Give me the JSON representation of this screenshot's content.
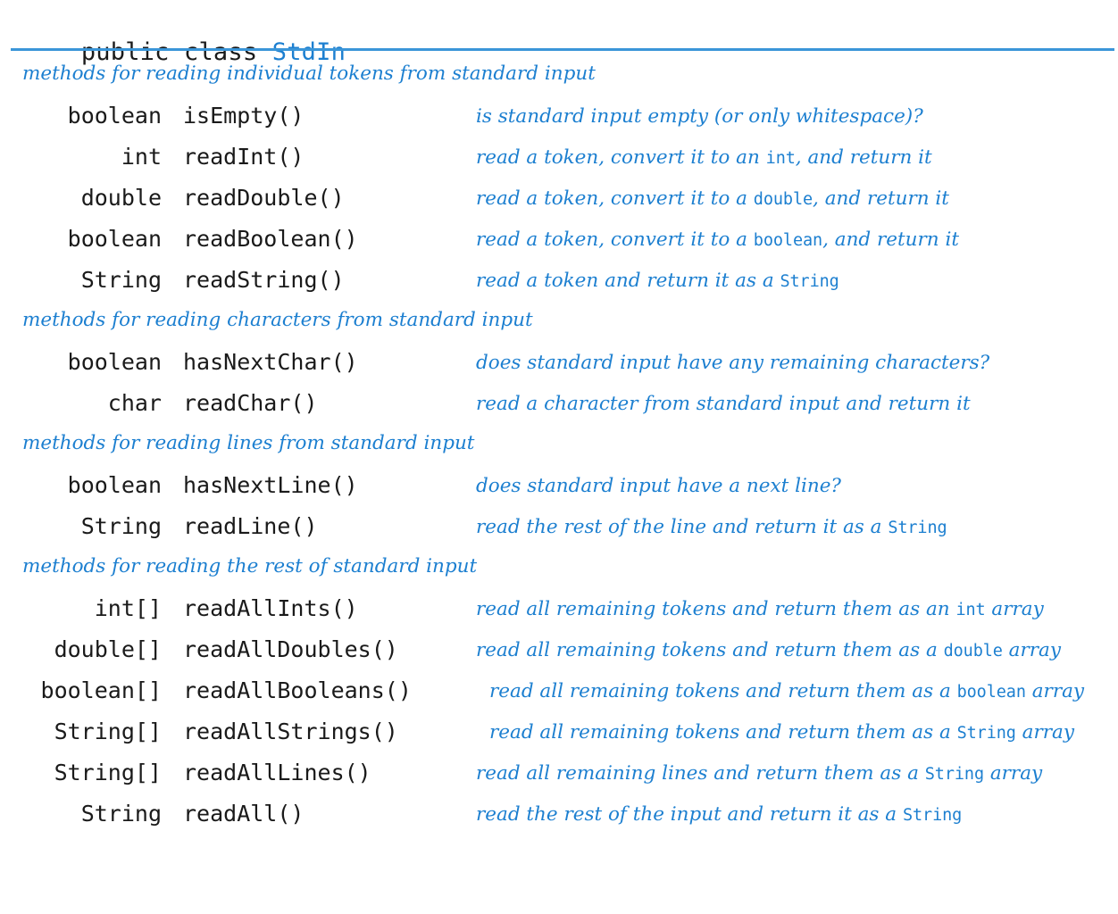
{
  "header": {
    "modifier_keyword": "public class ",
    "class_name": "StdIn",
    "full_text": "public class StdIn",
    "class_name_color": "#1c7fd0",
    "keyword_color": "#1a1a1a",
    "rule_color": "#3a95d8"
  },
  "sections": [
    {
      "title": "methods for reading individual tokens from standard input",
      "methods": [
        {
          "return_type": "boolean",
          "signature": "isEmpty()",
          "description": "is standard input empty (or only whitespace)?",
          "description_parts": [
            {
              "text": "is standard input empty (or only whitespace)?",
              "mono": false
            }
          ]
        },
        {
          "return_type": "int",
          "signature": "readInt()",
          "description": "read a token, convert it to an int, and return it",
          "description_parts": [
            {
              "text": "read a token, convert it to an ",
              "mono": false
            },
            {
              "text": "int",
              "mono": true
            },
            {
              "text": ", and return it",
              "mono": false
            }
          ]
        },
        {
          "return_type": "double",
          "signature": "readDouble()",
          "description": "read a token, convert it to a double, and return it",
          "description_parts": [
            {
              "text": "read a token, convert it to a ",
              "mono": false
            },
            {
              "text": "double",
              "mono": true
            },
            {
              "text": ", and return it",
              "mono": false
            }
          ]
        },
        {
          "return_type": "boolean",
          "signature": "readBoolean()",
          "description": "read a token, convert it to a boolean, and return it",
          "description_parts": [
            {
              "text": "read a token, convert it to a ",
              "mono": false
            },
            {
              "text": "boolean",
              "mono": true
            },
            {
              "text": ", and return it",
              "mono": false
            }
          ]
        },
        {
          "return_type": "String",
          "signature": "readString()",
          "description": "read a token and return it as a String",
          "description_parts": [
            {
              "text": "read a token and return it as a ",
              "mono": false
            },
            {
              "text": "String",
              "mono": true
            }
          ]
        }
      ]
    },
    {
      "title": "methods for reading characters from standard input",
      "methods": [
        {
          "return_type": "boolean",
          "signature": "hasNextChar()",
          "description": "does standard input have any remaining characters?",
          "description_parts": [
            {
              "text": "does standard input have any remaining characters?",
              "mono": false
            }
          ]
        },
        {
          "return_type": "char",
          "signature": "readChar()",
          "description": "read a character from standard input and return it",
          "description_parts": [
            {
              "text": "read a character from standard input and return it",
              "mono": false
            }
          ]
        }
      ]
    },
    {
      "title": "methods for reading lines from standard input",
      "methods": [
        {
          "return_type": "boolean",
          "signature": "hasNextLine()",
          "description": "does standard input have a next line?",
          "description_parts": [
            {
              "text": "does standard input have a next line?",
              "mono": false
            }
          ]
        },
        {
          "return_type": "String",
          "signature": "readLine()",
          "description": "read the rest of the line and return it as a String",
          "description_parts": [
            {
              "text": "read the rest of the line and return it as a ",
              "mono": false
            },
            {
              "text": "String",
              "mono": true
            }
          ]
        }
      ]
    },
    {
      "title": "methods for reading the rest of standard input",
      "methods": [
        {
          "return_type": "int[]",
          "signature": "readAllInts()",
          "description": "read all remaining tokens and return them as an int array",
          "description_parts": [
            {
              "text": "read all remaining tokens and return them as an ",
              "mono": false
            },
            {
              "text": "int",
              "mono": true
            },
            {
              "text": " array",
              "mono": false
            }
          ]
        },
        {
          "return_type": "double[]",
          "signature": "readAllDoubles()",
          "description": "read all remaining tokens and return them as a double array",
          "description_parts": [
            {
              "text": "read all remaining tokens and return them as a ",
              "mono": false
            },
            {
              "text": "double",
              "mono": true
            },
            {
              "text": " array",
              "mono": false
            }
          ]
        },
        {
          "return_type": "boolean[]",
          "signature": "readAllBooleans()",
          "wide": true,
          "description": "read all remaining tokens and return them as a boolean array",
          "description_parts": [
            {
              "text": "read all remaining tokens and return them as a ",
              "mono": false
            },
            {
              "text": "boolean",
              "mono": true
            },
            {
              "text": " array",
              "mono": false
            }
          ]
        },
        {
          "return_type": "String[]",
          "signature": "readAllStrings()",
          "wide": true,
          "description": "read all remaining tokens and return them as a String array",
          "description_parts": [
            {
              "text": "read all remaining tokens and return them as a ",
              "mono": false
            },
            {
              "text": "String",
              "mono": true
            },
            {
              "text": " array",
              "mono": false
            }
          ]
        },
        {
          "return_type": "String[]",
          "signature": "readAllLines()",
          "description": "read all remaining lines and return them as a String array",
          "description_parts": [
            {
              "text": "read all remaining lines and return them as a ",
              "mono": false
            },
            {
              "text": "String",
              "mono": true
            },
            {
              "text": " array",
              "mono": false
            }
          ]
        },
        {
          "return_type": "String",
          "signature": "readAll()",
          "description": "read the rest of the input and return it as a String",
          "description_parts": [
            {
              "text": "read the rest of the input and return it as a ",
              "mono": false
            },
            {
              "text": "String",
              "mono": true
            }
          ]
        }
      ]
    }
  ]
}
